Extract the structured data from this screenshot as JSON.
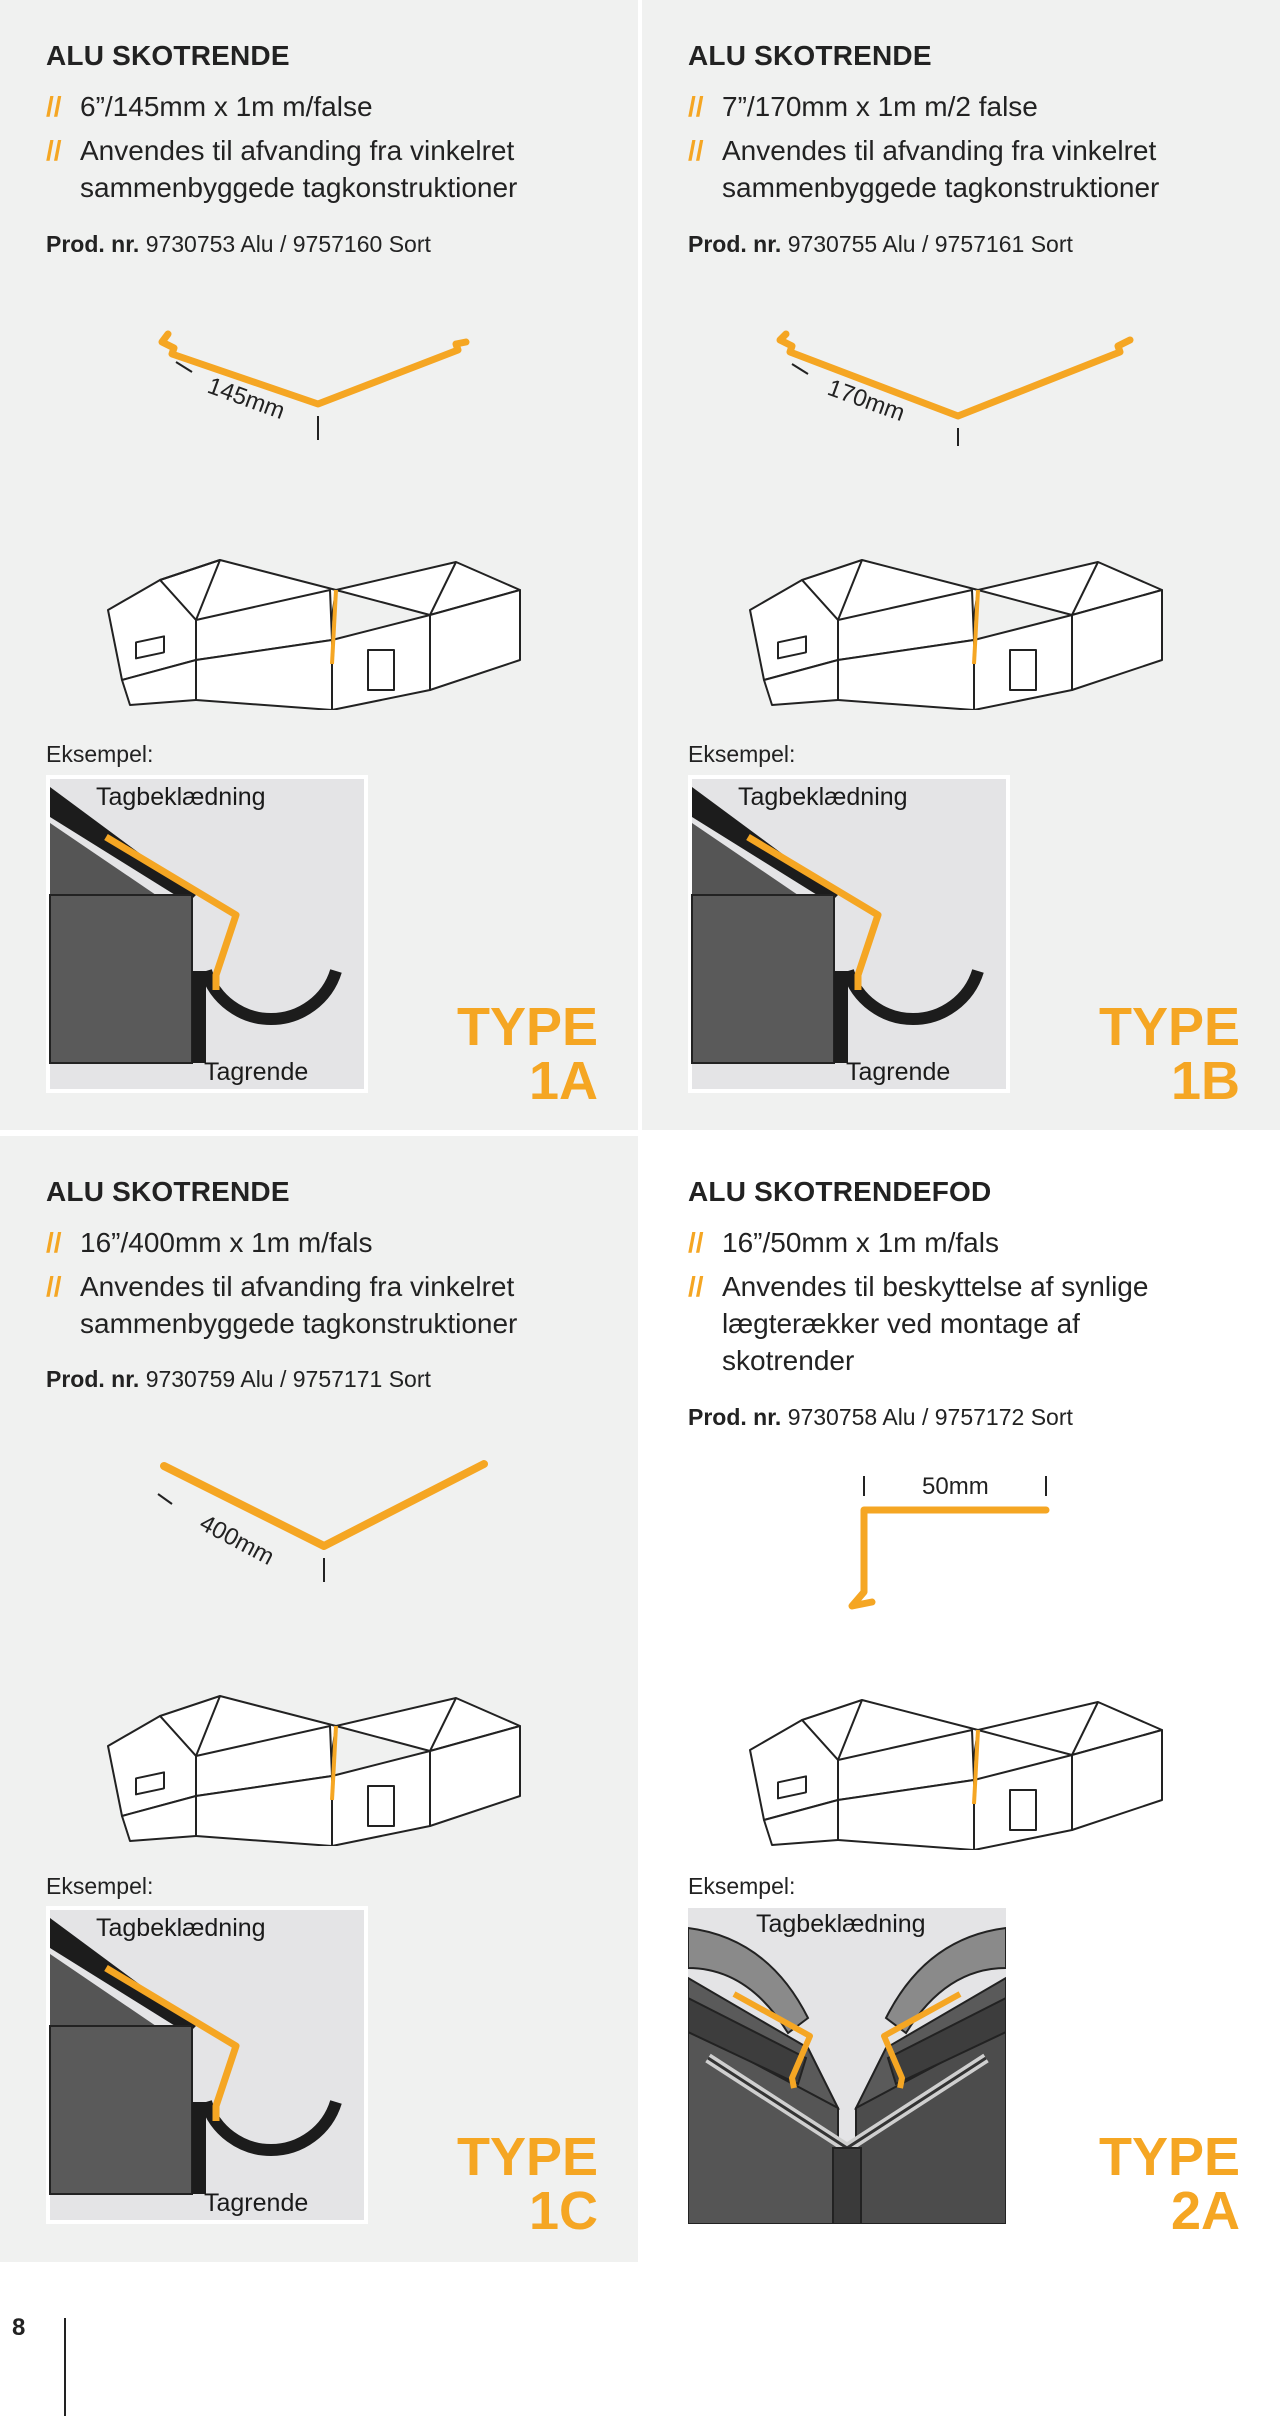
{
  "panels": [
    {
      "title": "ALU SKOTRENDE",
      "bullet_marker": "//",
      "bullets": [
        "6”/145mm x 1m m/false",
        "Anvendes til afvanding fra vinkelret sammenbyggede tagkonstruktioner"
      ],
      "prod_label": "Prod. nr.",
      "prod_value": "9730753 Alu / 9757160 Sort",
      "dimension": "145mm",
      "example_label": "Eksempel:",
      "roof_label": "Tagbeklædning",
      "gutter_label": "Tagrende",
      "type_word": "TYPE",
      "type_code": "1A"
    },
    {
      "title": "ALU SKOTRENDE",
      "bullet_marker": "//",
      "bullets": [
        "7”/170mm x 1m m/2 false",
        "Anvendes til afvanding fra vinkelret sammenbyggede tagkonstruktioner"
      ],
      "prod_label": "Prod. nr.",
      "prod_value": "9730755 Alu / 9757161 Sort",
      "dimension": "170mm",
      "example_label": "Eksempel:",
      "roof_label": "Tagbeklædning",
      "gutter_label": "Tagrende",
      "type_word": "TYPE",
      "type_code": "1B"
    },
    {
      "title": "ALU SKOTRENDE",
      "bullet_marker": "//",
      "bullets": [
        "16”/400mm x 1m m/fals",
        "Anvendes til afvanding fra vinkelret sammenbyggede tagkonstruktioner"
      ],
      "prod_label": "Prod. nr.",
      "prod_value": "9730759 Alu / 9757171 Sort",
      "dimension": "400mm",
      "example_label": "Eksempel:",
      "roof_label": "Tagbeklædning",
      "gutter_label": "Tagrende",
      "type_word": "TYPE",
      "type_code": "1C"
    },
    {
      "title": "ALU SKOTRENDEFOD",
      "bullet_marker": "//",
      "bullets": [
        "16”/50mm x 1m m/fals",
        "Anvendes til beskyttelse af synlige lægterækker ved montage af skotrender"
      ],
      "prod_label": "Prod. nr.",
      "prod_value": "9730758 Alu / 9757172 Sort",
      "dimension": "50mm",
      "example_label": "Eksempel:",
      "roof_label": "Tagbeklædning",
      "type_word": "TYPE",
      "type_code": "2A"
    }
  ],
  "page_number": "8",
  "colors": {
    "accent": "#f5a623",
    "panel_bg": "#f0f1f0",
    "dark": "#5a5a5a"
  }
}
